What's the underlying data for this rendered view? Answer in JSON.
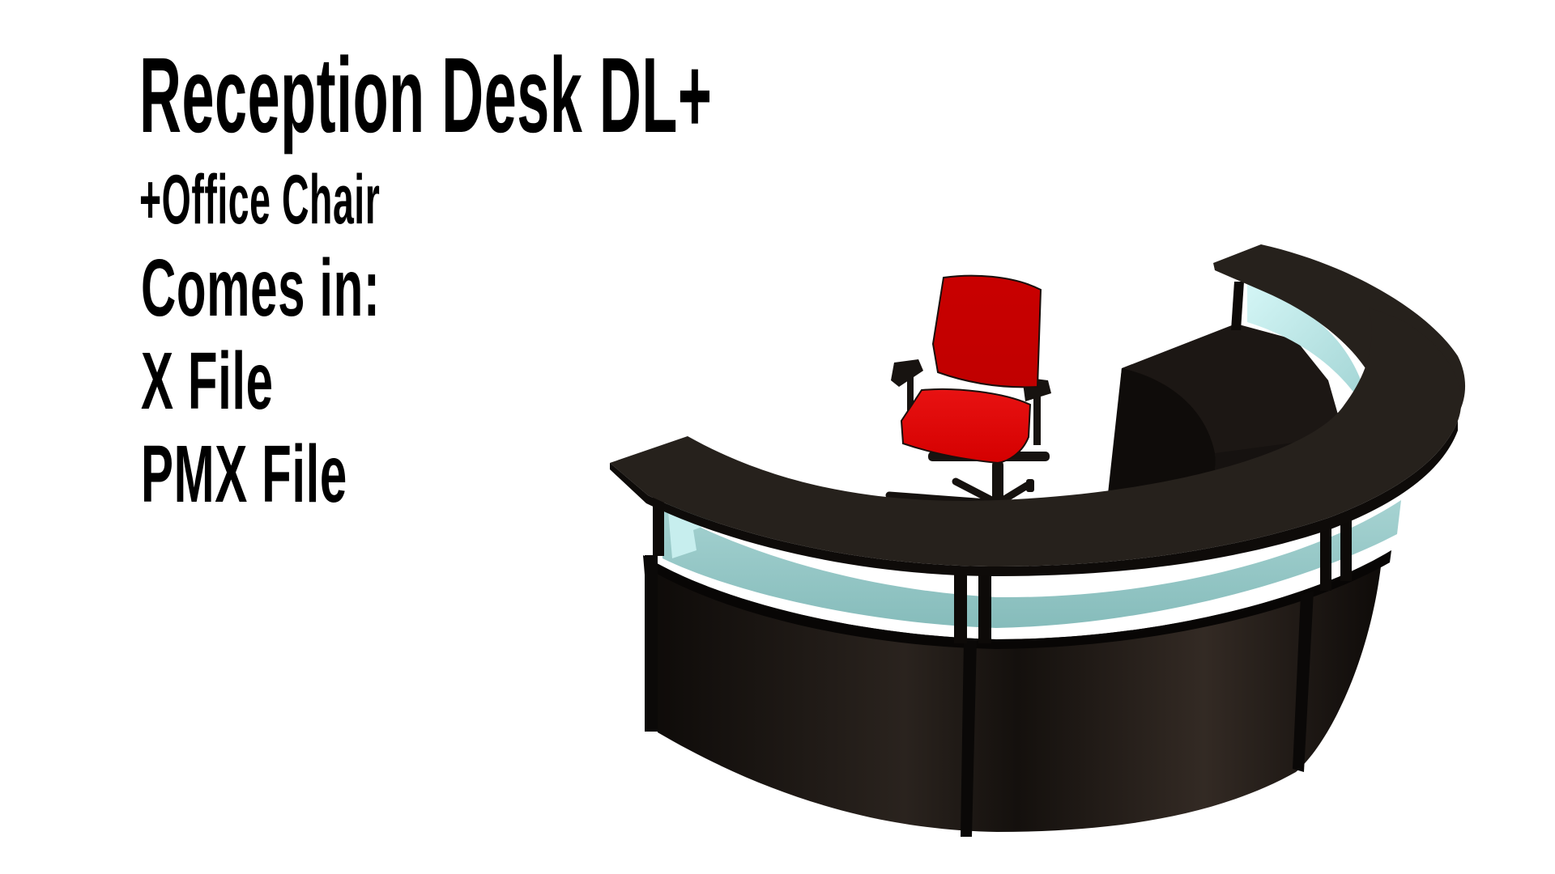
{
  "product": {
    "title": "Reception Desk DL+",
    "subtitle": "+Office Chair"
  },
  "formats": {
    "heading": "Comes in:",
    "items": [
      "X File",
      "PMX File"
    ]
  },
  "render": {
    "subject": "curved reception desk with office chair",
    "colors": {
      "desk_top": "#25211c",
      "desk_body": "#1a1512",
      "desk_body_light": "#2e2722",
      "glass": "#8bbfbe",
      "glass_light": "#c9eeee",
      "chair_red": "#cc0000",
      "chair_seat": "#e20d0d",
      "chair_frame": "#151210",
      "background": "#ffffff",
      "text": "#000000"
    }
  }
}
